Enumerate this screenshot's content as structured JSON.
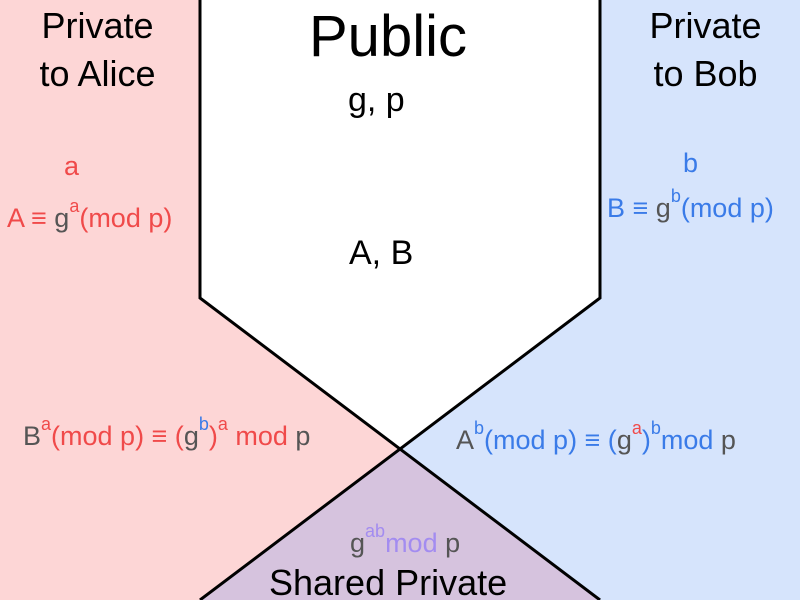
{
  "zones": {
    "alice": {
      "title_line1": "Private",
      "title_line2": "to Alice",
      "fill": "#fdd6d6"
    },
    "bob": {
      "title_line1": "Private",
      "title_line2": "to Bob",
      "fill": "#d6e4fc"
    },
    "public": {
      "title": "Public",
      "fill": "#ffffff"
    },
    "shared": {
      "title": "Shared Private",
      "fill": "#d6c3de"
    }
  },
  "public_params": "g, p",
  "public_exchanged": "A, B",
  "alice": {
    "secret": "a",
    "pub_eq": {
      "lhs": "A ≡ ",
      "base": "g",
      "exp": "a",
      "rest": "(mod p)"
    },
    "shared_eq": {
      "base1": "B",
      "exp1": "a",
      "mid1": "(mod p) ≡ (",
      "base2": "g",
      "exp2": "b",
      "close": ")",
      "exp3": "a",
      "mod_word": " mod",
      "p_word": " p"
    }
  },
  "bob": {
    "secret": "b",
    "pub_eq": {
      "lhs": "B ≡ ",
      "base": "g",
      "exp": "b",
      "rest": "(mod p)"
    },
    "shared_eq": {
      "base1": "A",
      "exp1": "b",
      "mid1": "(mod p) ≡ (",
      "base2": "g",
      "exp2": "a",
      "close": ")",
      "exp3": "b",
      "mod_word": "mod",
      "p_word": " p"
    }
  },
  "shared": {
    "base": "g",
    "exp": "ab",
    "mod_word": "mod",
    "p_word": " p"
  },
  "colors": {
    "alice_text": "#f04a4a",
    "bob_text": "#3a7be8",
    "neutral_text": "#555555",
    "shared_text": "#a38cf0",
    "outline": "#000000"
  }
}
